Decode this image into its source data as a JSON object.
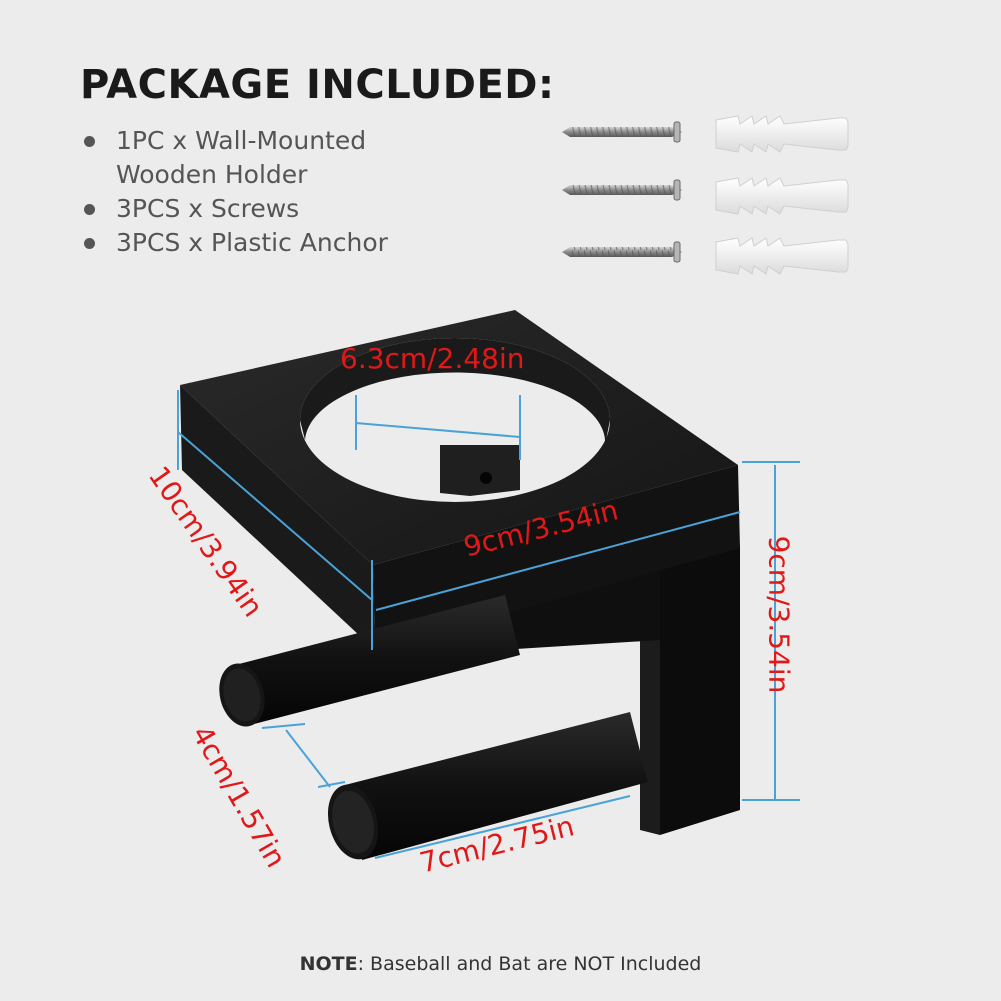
{
  "heading": "PACKAGE INCLUDED:",
  "package_items": [
    {
      "line1": "1PC x Wall-Mounted",
      "line2": "Wooden Holder"
    },
    {
      "line1": "3PCS x Screws"
    },
    {
      "line1": "3PCS x Plastic Anchor"
    }
  ],
  "hardware": {
    "screw_count": 3,
    "anchor_count": 3
  },
  "dimensions": {
    "hole_diameter": "6.3cm/2.48in",
    "depth": "10cm/3.94in",
    "width": "9cm/3.54in",
    "height": "9cm/3.54in",
    "peg_spacing": "4cm/1.57in",
    "peg_length": "7cm/2.75in"
  },
  "colors": {
    "background": "#ececec",
    "dimension_text": "#e01818",
    "dimension_line": "#4aa3d8",
    "wood": "#111111"
  },
  "note": {
    "label": "NOTE",
    "text": ": Baseball and Bat are NOT Included"
  }
}
